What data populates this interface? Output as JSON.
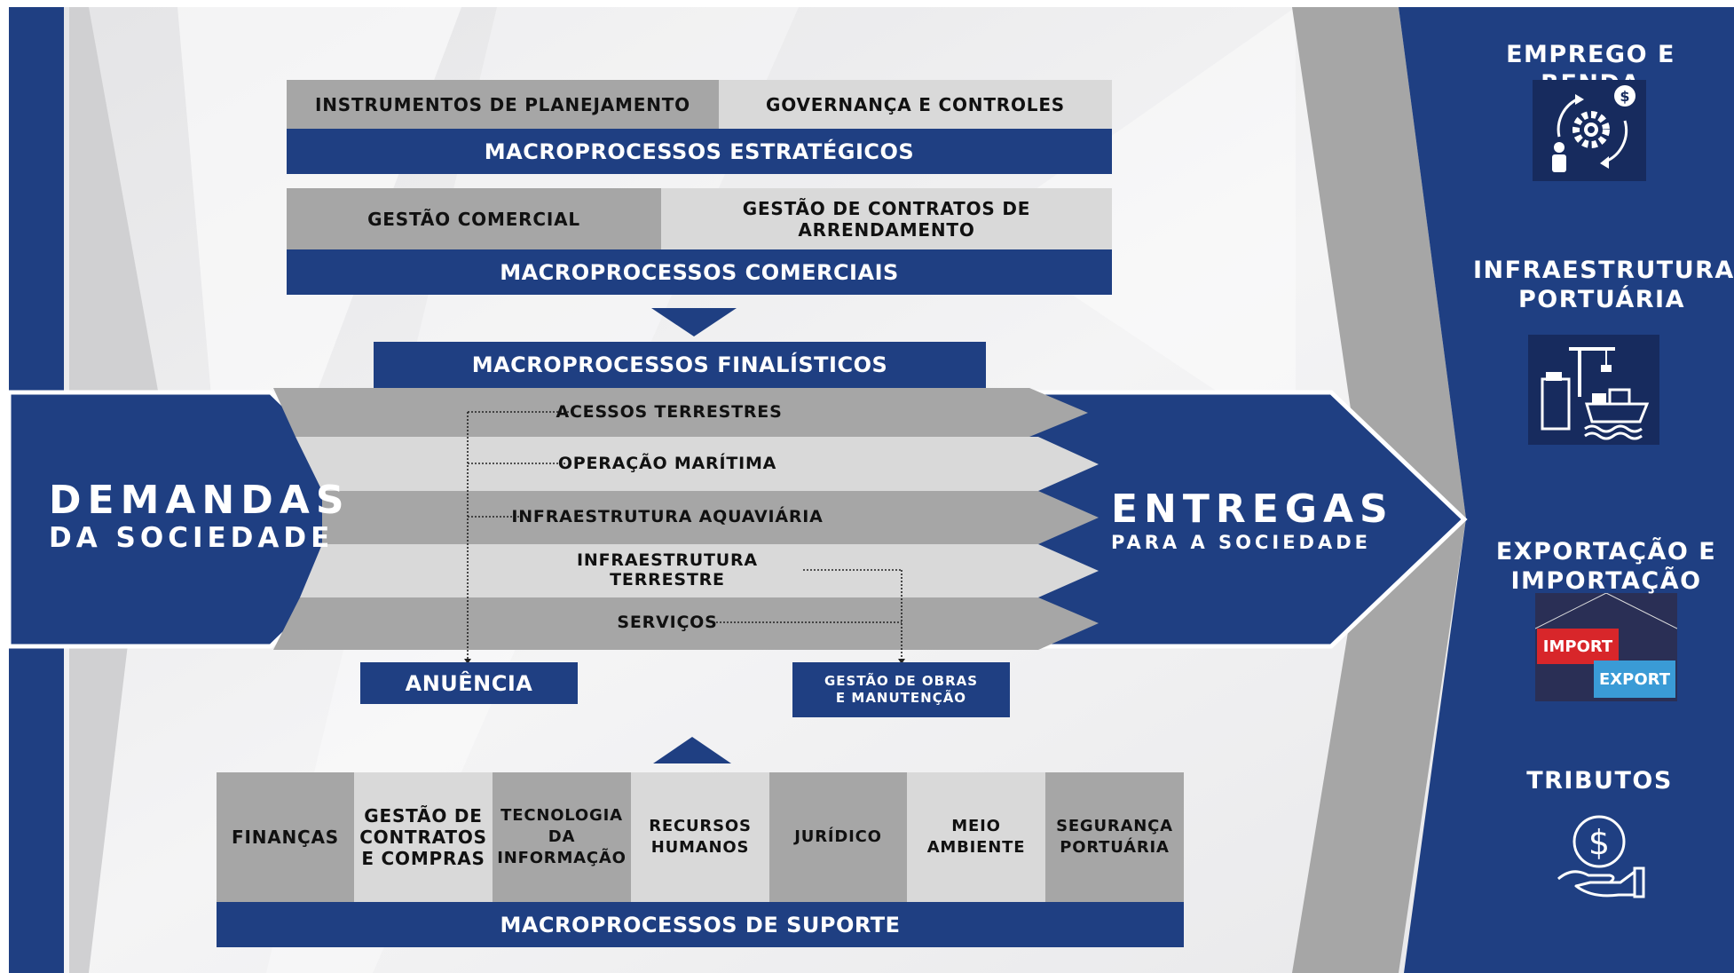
{
  "colors": {
    "navy": "#1f3f82",
    "dark_gray": "#a6a6a6",
    "light_gray": "#d9d9d9"
  },
  "strategic": {
    "items": [
      "INSTRUMENTOS DE PLANEJAMENTO",
      "GOVERNANÇA E CONTROLES"
    ],
    "title": "MACROPROCESSOS ESTRATÉGICOS"
  },
  "commercial": {
    "items": [
      "GESTÃO COMERCIAL",
      "GESTÃO DE CONTRATOS DE ARRENDAMENTO"
    ],
    "title": "MACROPROCESSOS COMERCIAIS"
  },
  "finalistic": {
    "title": "MACROPROCESSOS FINALÍSTICOS",
    "items": [
      "ACESSOS TERRESTRES",
      "OPERAÇÃO MARÍTIMA",
      "INFRAESTRUTURA AQUAVIÁRIA",
      "INFRAESTRUTURA TERRESTRE",
      "SERVIÇOS"
    ],
    "anuencia": "ANUÊNCIA",
    "obras": "GESTÃO DE OBRAS E MANUTENÇÃO"
  },
  "demandas": {
    "line1": "DEMANDAS",
    "line2": "DA SOCIEDADE"
  },
  "entregas": {
    "line1": "ENTREGAS",
    "line2": "PARA A SOCIEDADE"
  },
  "support": {
    "items": [
      "FINANÇAS",
      "GESTÃO DE CONTRATOS E COMPRAS",
      "TECNOLOGIA DA INFORMAÇÃO",
      "RECURSOS HUMANOS",
      "JURÍDICO",
      "MEIO AMBIENTE",
      "SEGURANÇA PORTUÁRIA"
    ],
    "title": "MACROPROCESSOS DE SUPORTE"
  },
  "outcomes": [
    {
      "title": "EMPREGO E RENDA",
      "icon": "money-gear-cycle-icon"
    },
    {
      "title": "INFRAESTRUTURA PORTUÁRIA",
      "icon": "port-crane-ship-icon"
    },
    {
      "title": "EXPORTAÇÃO E IMPORTAÇÃO",
      "icon": "import-export-containers-icon",
      "tags": [
        "IMPORT",
        "EXPORT"
      ]
    },
    {
      "title": "TRIBUTOS",
      "icon": "hand-coin-icon"
    }
  ]
}
